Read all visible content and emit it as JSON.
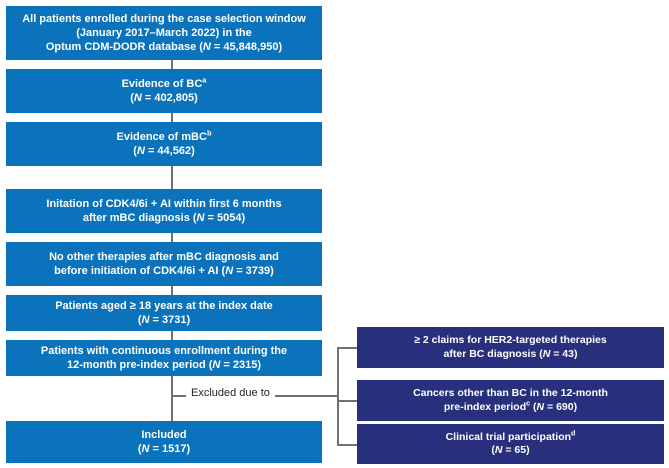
{
  "figure": {
    "type": "patient-attrition-flowchart",
    "colors": {
      "primary_box": "#0B72BC",
      "exclusion_box": "#28307E",
      "connector": "#6f7174",
      "box_text": "#FFFFFF",
      "label_text": "#231f20",
      "background": "#FFFFFF"
    }
  },
  "flow": {
    "steps": [
      {
        "id": "enrolled",
        "line1": "All patients enrolled during the case selection window",
        "line2": "(January 2017–March 2022) in the",
        "line3_pre": "Optum CDM-DODR database (",
        "line3_n": "N",
        "line3_post": " = 45,848,950)",
        "n_label": "N = 45,848,950",
        "n_value": 45848950
      },
      {
        "id": "evidence-bc",
        "line1_pre": "Evidence of BC",
        "line1_sup": "a",
        "line2_pre": "(",
        "line2_n": "N",
        "line2_post": " = 402,805)",
        "n_label": "N = 402,805",
        "n_value": 402805
      },
      {
        "id": "evidence-mbc",
        "line1_pre": "Evidence of mBC",
        "line1_sup": "b",
        "line2_pre": "(",
        "line2_n": "N",
        "line2_post": " = 44,562)",
        "n_label": "N = 44,562",
        "n_value": 44562
      },
      {
        "id": "cdk-initiation",
        "line1": "Initation of CDK4/6i + AI within first 6 months",
        "line2_pre": "after mBC diagnosis (",
        "line2_n": "N",
        "line2_post": " = 5054)",
        "n_label": "N = 5054",
        "n_value": 5054
      },
      {
        "id": "no-other-therapies",
        "line1": "No other therapies after mBC diagnosis and",
        "line2_pre": "before initiation of CDK4/6i + AI (",
        "line2_n": "N",
        "line2_post": " = 3739)",
        "n_label": "N = 3739",
        "n_value": 3739
      },
      {
        "id": "age-18",
        "line1": "Patients aged ≥ 18 years at the index date",
        "line2_pre": "(",
        "line2_n": "N",
        "line2_post": " = 3731)",
        "n_label": "N = 3731",
        "n_value": 3731
      },
      {
        "id": "continuous-enrollment",
        "line1": "Patients with continuous enrollment during the",
        "line2_pre": "12-month pre-index period (",
        "line2_n": "N",
        "line2_post": " = 2315)",
        "n_label": "N = 2315",
        "n_value": 2315
      },
      {
        "id": "included",
        "line1": "Included",
        "line2_pre": "(",
        "line2_n": "N",
        "line2_post": " = 1517)",
        "n_label": "N = 1517",
        "n_value": 1517
      }
    ]
  },
  "exclusions": {
    "bracket_label": "Excluded due to",
    "items": [
      {
        "id": "her2-claims",
        "line1": "≥ 2 claims for HER2-targeted therapies",
        "line2_pre": "after BC diagnosis (",
        "line2_n": "N",
        "line2_post": " = 43)",
        "n_label": "N = 43",
        "n_value": 43
      },
      {
        "id": "other-cancers",
        "line1": "Cancers other than BC in the 12-month",
        "line2_pre": "pre-index period",
        "line2_sup": "c",
        "line2_mid": " (",
        "line2_n": "N",
        "line2_post": " = 690)",
        "n_label": "N = 690",
        "n_value": 690
      },
      {
        "id": "clinical-trial",
        "line1_pre": "Clinical trial participation",
        "line1_sup": "d",
        "line2_pre": "(",
        "line2_n": "N",
        "line2_post": " = 65)",
        "n_label": "N = 65",
        "n_value": 65
      }
    ]
  }
}
